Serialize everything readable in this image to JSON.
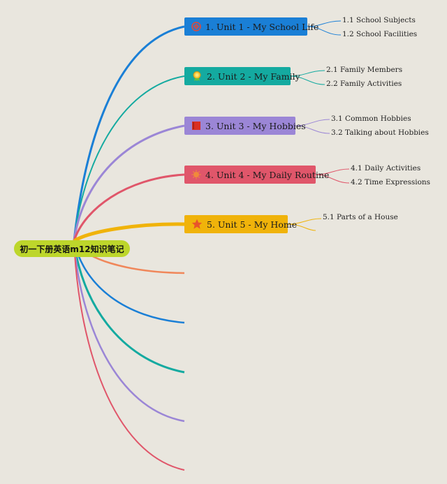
{
  "root": {
    "label": "初一下册英语m12知识笔记",
    "color": "#bdd62b"
  },
  "units": [
    {
      "label": "1. Unit 1 - My School Life",
      "color": "#1a7fd6",
      "icon": "target-icon",
      "children": [
        "1.1 School Subjects",
        "1.2 School Facilities"
      ]
    },
    {
      "label": "2. Unit 2 - My Family",
      "color": "#14aaa0",
      "icon": "medal-icon",
      "children": [
        "2.1 Family Members",
        "2.2 Family Activities"
      ]
    },
    {
      "label": "3. Unit 3 - My Hobbies",
      "color": "#9b86d6",
      "icon": "flag-icon",
      "children": [
        "3.1 Common Hobbies",
        "3.2 Talking about Hobbies"
      ]
    },
    {
      "label": "4. Unit 4 - My Daily Routine",
      "color": "#e0566a",
      "icon": "sun-icon",
      "children": [
        "4.1 Daily Activities",
        "4.2 Time Expressions"
      ]
    },
    {
      "label": "5. Unit 5 - My Home",
      "color": "#f0b30a",
      "icon": "star-icon",
      "children": [
        "5.1 Parts of a House"
      ]
    }
  ],
  "empty_branch_colors": [
    "#f0875a",
    "#1a7fd6",
    "#14aaa0",
    "#9b86d6",
    "#e0566a"
  ]
}
